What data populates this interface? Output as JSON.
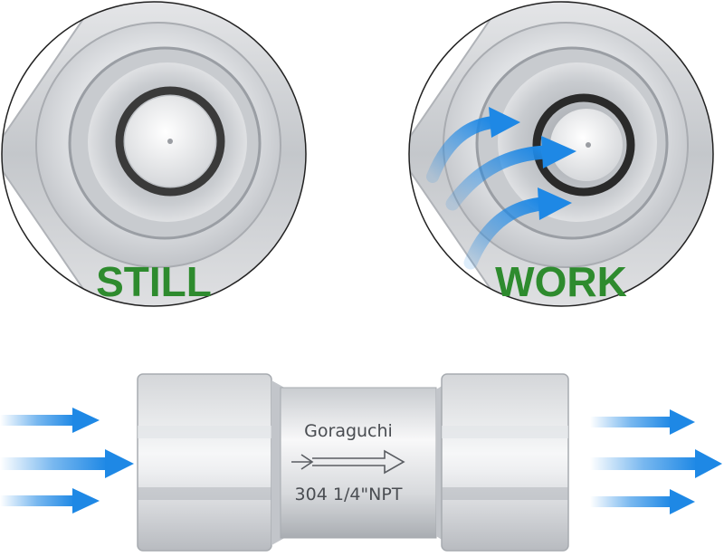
{
  "labels": {
    "still": "STILL",
    "work": "WORK"
  },
  "valve": {
    "brand": "Goraguchi",
    "spec": "304 1/4\"NPT"
  },
  "colors": {
    "label_green": "#2e8b2e",
    "flow_blue": "#1e88e5",
    "steel": "#cfd2d6",
    "engrave_text": "#4a4d52"
  },
  "icons": {
    "flow_arrow": "flow-arrow-icon",
    "direction_arrow": "direction-arrow-icon"
  }
}
